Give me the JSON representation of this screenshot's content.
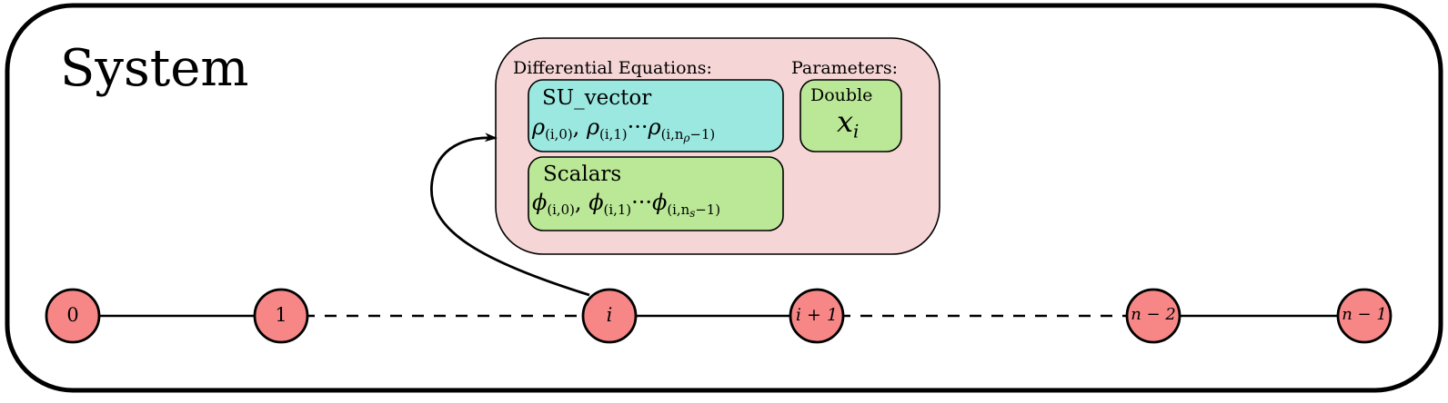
{
  "system": {
    "title": "System"
  },
  "panel": {
    "diff_eq_label": "Differential Equations:",
    "params_label": "Parameters:",
    "su_vector": {
      "title": "SU_vector",
      "terms": [
        {
          "base": "ρ",
          "sub": "(i,0)"
        },
        {
          "base": "ρ",
          "sub": "(i,1)"
        },
        {
          "base": "ρ",
          "sub_pre": "(i,n",
          "sub_sub": "ρ",
          "sub_post": "−1)"
        }
      ]
    },
    "scalars": {
      "title": "Scalars",
      "terms": [
        {
          "base": "ϕ",
          "sub": "(i,0)"
        },
        {
          "base": "ϕ",
          "sub": "(i,1)"
        },
        {
          "base": "ϕ",
          "sub_pre": "(i,n",
          "sub_sub": "s",
          "sub_post": "−1)"
        }
      ]
    },
    "double": {
      "title": "Double",
      "var": "x",
      "var_sub": "i"
    }
  },
  "nodes": [
    {
      "label": "0"
    },
    {
      "label": "1"
    },
    {
      "label": "i"
    },
    {
      "label": "i + 1"
    },
    {
      "label": "n − 2"
    },
    {
      "label": "n − 1"
    }
  ],
  "colors": {
    "node_fill": "#f78787",
    "panel_fill": "#f5d5d5",
    "su_vector_fill": "#9be8e0",
    "scalars_fill": "#bae896",
    "double_fill": "#bae896",
    "stroke": "#000000"
  }
}
